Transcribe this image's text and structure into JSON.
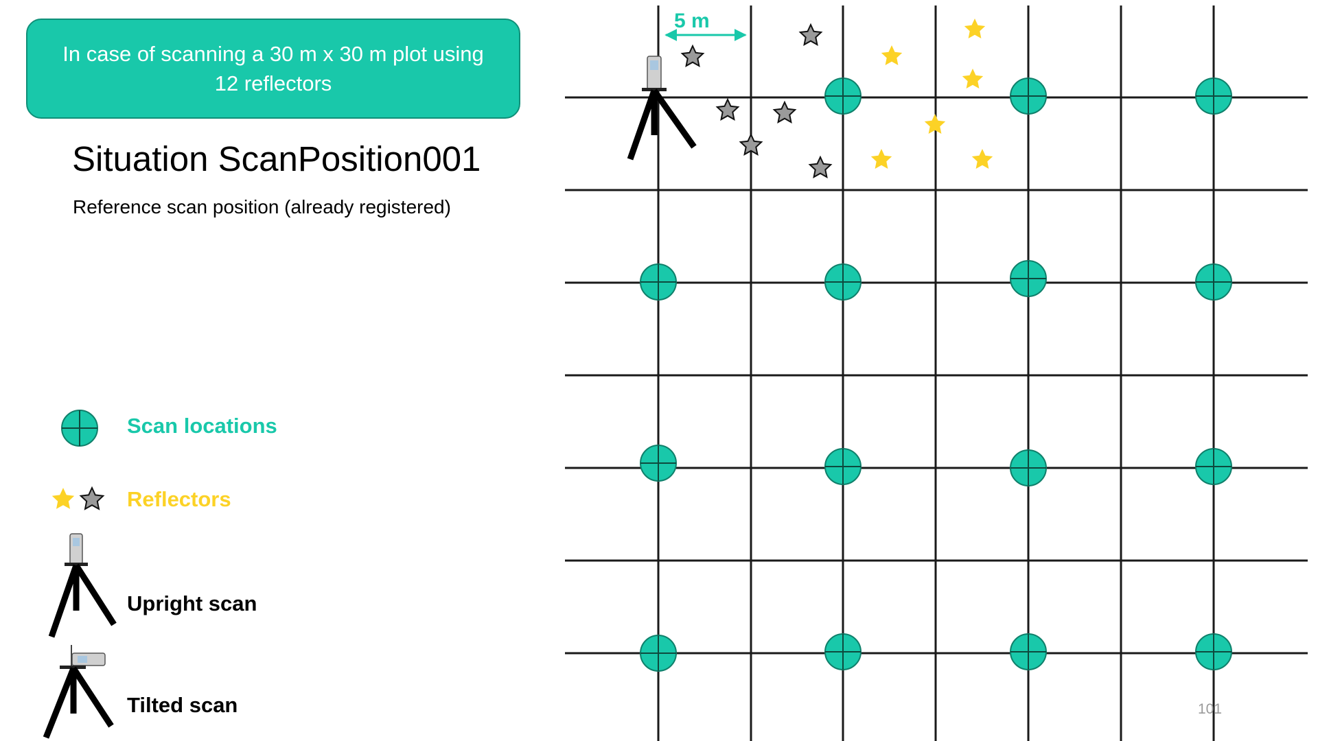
{
  "slide": {
    "callout_text": "In case of scanning a 30 m x 30 m plot using 12 reflectors",
    "title": "Situation ScanPosition001",
    "subtitle": "Reference scan position (already registered)",
    "distance_label": "5 m",
    "page_number": "101"
  },
  "legend": {
    "scan_locations": "Scan locations",
    "reflectors": "Reflectors",
    "upright_scan": "Upright scan",
    "tilted_scan": "Tilted scan"
  },
  "colors": {
    "accent": "#19c8aa",
    "accent_border": "#0f8f78",
    "reflector_yellow": "#fcd226",
    "reflector_gray": "#9a9a9a",
    "grid": "#1a1a1a"
  },
  "icons": {
    "scan_location": "circle-crosshair-icon",
    "reflector_yellow": "star-icon",
    "reflector_gray": "star-outline-icon",
    "upright_scanner": "upright-tripod-scanner-icon",
    "tilted_scanner": "tilted-tripod-scanner-icon"
  }
}
